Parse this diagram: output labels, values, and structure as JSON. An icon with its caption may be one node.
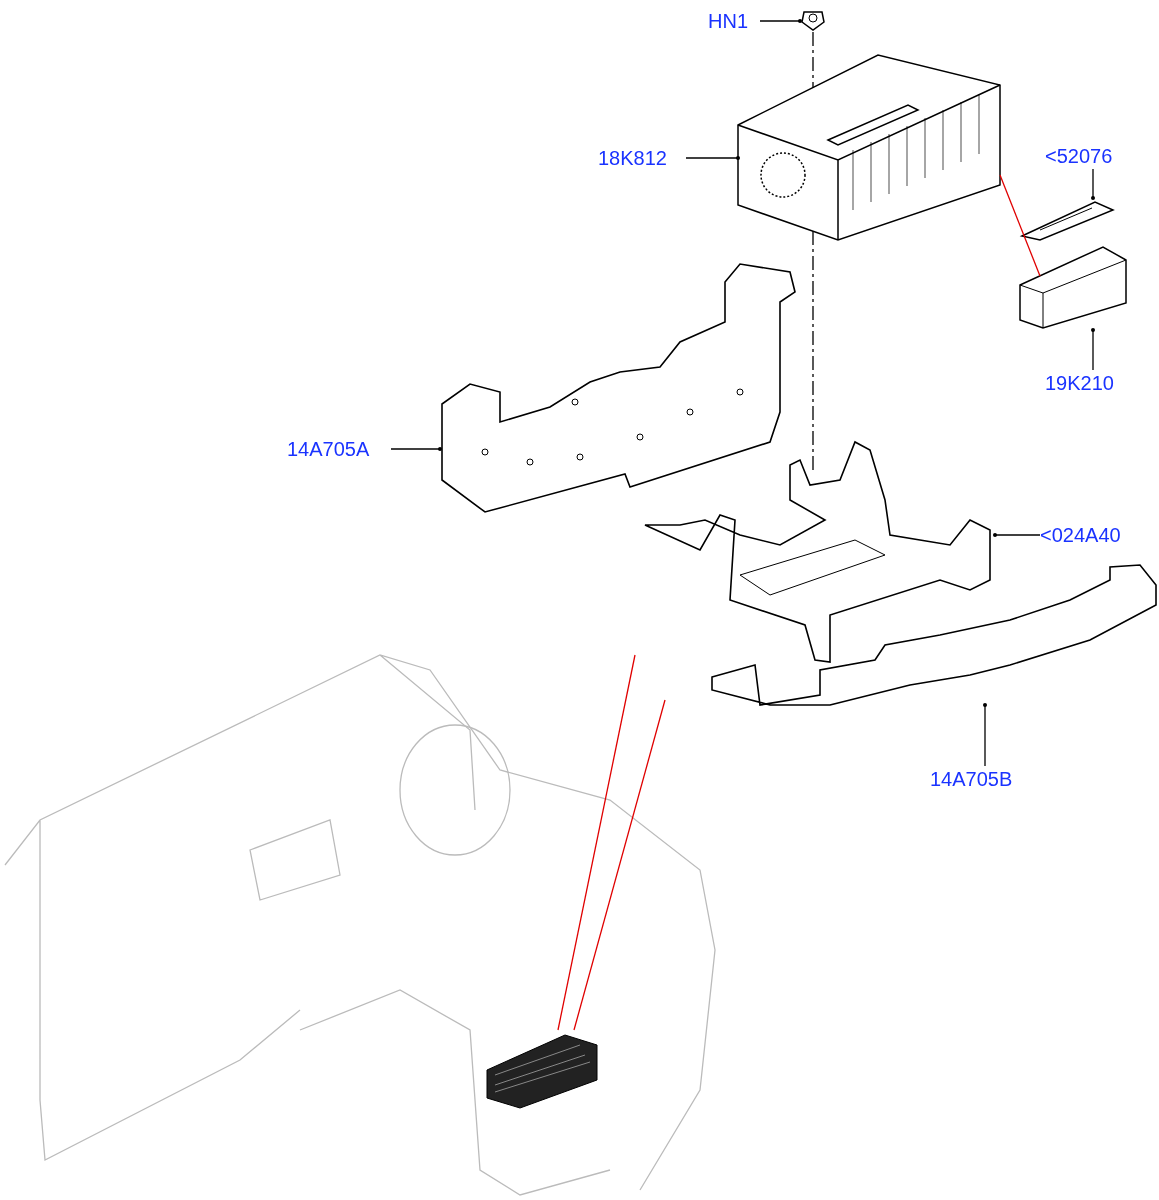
{
  "diagram": {
    "nodes": [
      {
        "text": [
          "HN1"
        ]
      },
      {
        "text": [],
        "shape": "picture"
      },
      {
        "text": [
          "18K812"
        ]
      },
      {
        "text": [],
        "shape": "picture"
      },
      {
        "text": [
          "<52076"
        ]
      },
      {
        "text": [],
        "shape": "picture"
      },
      {
        "text": [],
        "shape": "picture"
      },
      {
        "text": [
          "19K210"
        ]
      },
      {
        "text": [
          "14A705A"
        ]
      },
      {
        "text": [],
        "shape": "picture"
      },
      {
        "text": [
          "<024A40"
        ]
      },
      {
        "text": [],
        "shape": "picture"
      },
      {
        "text": [
          "14A705B"
        ]
      },
      {
        "text": [],
        "shape": "picture"
      },
      {
        "text": [],
        "shape": "picture"
      },
      {
        "text": [],
        "shape": "picture",
        "in": 14
      }
    ],
    "edges": [
      {
        "from": 0,
        "to": 1,
        "arrow": "other"
      },
      {
        "from": 2,
        "to": 3,
        "arrow": "other"
      },
      {
        "from": 4,
        "to": 5,
        "arrow": "other"
      },
      {
        "from": 7,
        "to": 6,
        "arrow": "other"
      },
      {
        "from": 8,
        "to": 9,
        "arrow": "other"
      },
      {
        "from": 10,
        "to": 11,
        "arrow": "other"
      },
      {
        "from": 12,
        "to": 13,
        "arrow": "other"
      },
      {
        "from": 3,
        "to": 6,
        "arrow": "none",
        "color": "#e00000"
      },
      {
        "from": 1,
        "to": 3,
        "arrow": "none",
        "style": "dashed"
      },
      {
        "from": 3,
        "to": 11,
        "arrow": "none",
        "style": "dashed"
      },
      {
        "from": 15,
        "to": null,
        "arrow": "none",
        "color": "#e00000"
      },
      {
        "from": 15,
        "to": null,
        "arrow": "none",
        "color": "#e00000"
      }
    ]
  }
}
